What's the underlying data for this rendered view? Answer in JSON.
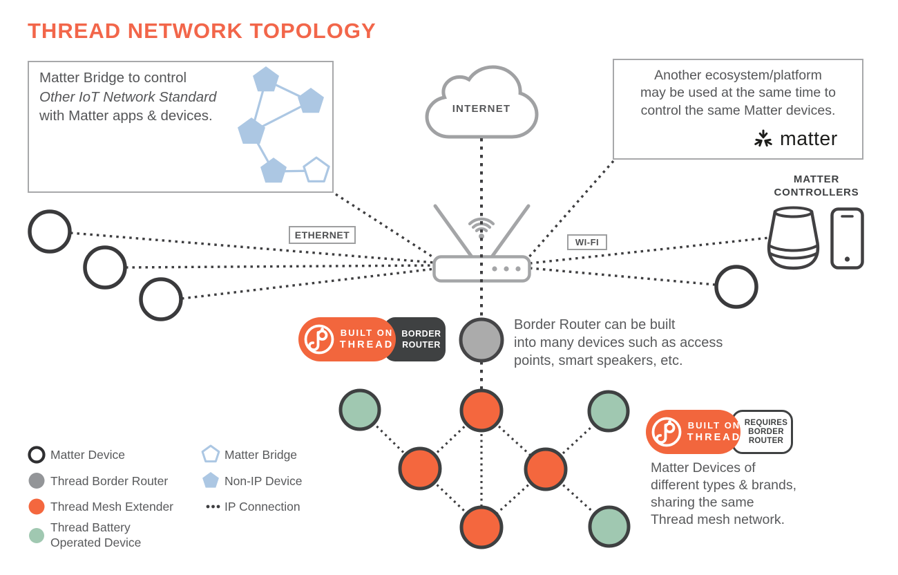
{
  "title": "THREAD NETWORK TOPOLOGY",
  "colors": {
    "accent_orange": "#f2663d",
    "node_orange": "#f4673e",
    "node_green": "#a0c8b1",
    "node_gray": "#ababab",
    "bridge_blue": "#acc7e3",
    "text_gray": "#58595b",
    "badge_dark": "#3f4142"
  },
  "bridge_box": {
    "line1": "Matter Bridge to control",
    "line2": "Other IoT Network Standard",
    "line3": "with Matter apps & devices."
  },
  "ecosystem_box": {
    "line1": "Another ecosystem/platform",
    "line2": "may be used at the same time to",
    "line3": "control the same Matter devices.",
    "logo_text": "matter"
  },
  "labels": {
    "internet": "INTERNET",
    "ethernet": "ETHERNET",
    "wifi": "WI-FI",
    "matter_controllers_line1": "MATTER",
    "matter_controllers_line2": "CONTROLLERS"
  },
  "border_router_badge": {
    "built_on": "BUILT ON",
    "thread": "THREAD",
    "tag_line1": "BORDER",
    "tag_line2": "ROUTER"
  },
  "requires_badge": {
    "built_on": "BUILT ON",
    "thread": "THREAD",
    "tag_line1": "REQUIRES",
    "tag_line2": "BORDER",
    "tag_line3": "ROUTER"
  },
  "border_router_note": {
    "line1": "Border Router can be built",
    "line2": "into many devices such as access",
    "line3": "points, smart speakers, etc."
  },
  "mesh_note": {
    "line1": "Matter Devices of",
    "line2": "different types & brands,",
    "line3": "sharing the same",
    "line4": "Thread mesh network."
  },
  "legend": {
    "items": [
      {
        "label": "Matter Device"
      },
      {
        "label": "Thread Border Router"
      },
      {
        "label": "Thread Mesh Extender"
      },
      {
        "line1": "Thread Battery",
        "line2": "Operated Device"
      },
      {
        "label": "Matter Bridge"
      },
      {
        "label": "Non-IP Device"
      },
      {
        "label": "IP Connection"
      }
    ]
  }
}
